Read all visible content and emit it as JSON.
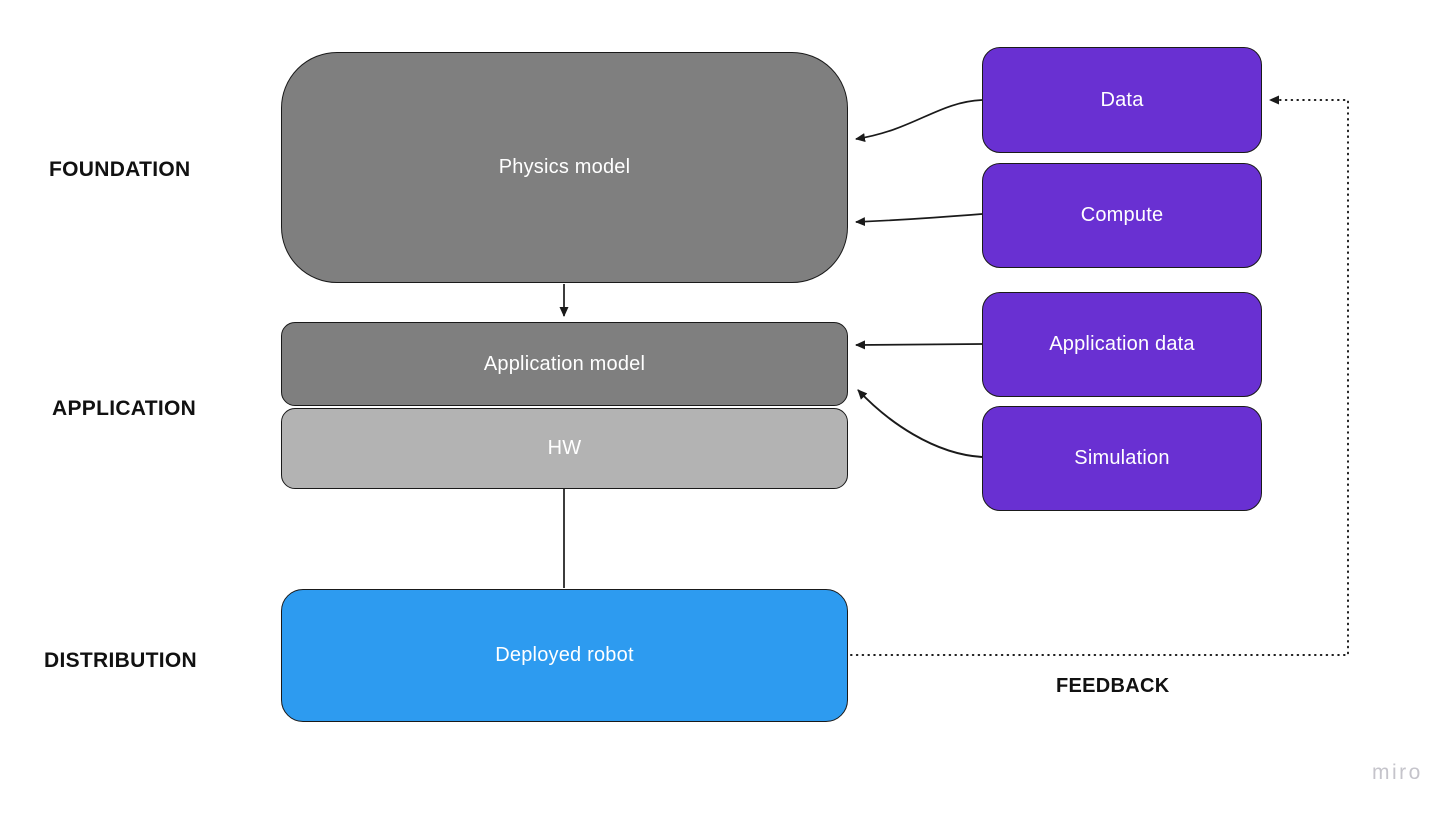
{
  "row_labels": {
    "foundation": "FOUNDATION",
    "application": "APPLICATION",
    "distribution": "DISTRIBUTION"
  },
  "nodes": {
    "physics": {
      "label": "Physics model",
      "fill": "#7f7f7f"
    },
    "application_model": {
      "label": "Application model",
      "fill": "#7f7f7f"
    },
    "hw": {
      "label": "HW",
      "fill": "#b3b3b3"
    },
    "deployed_robot": {
      "label": "Deployed robot",
      "fill": "#2d9bf0"
    },
    "data": {
      "label": "Data",
      "fill": "#6930d2"
    },
    "compute": {
      "label": "Compute",
      "fill": "#6930d2"
    },
    "application_data": {
      "label": "Application data",
      "fill": "#6930d2"
    },
    "simulation": {
      "label": "Simulation",
      "fill": "#6930d2"
    }
  },
  "edges": [
    {
      "from": "Data",
      "to": "Physics model",
      "style": "solid-curved-arrow"
    },
    {
      "from": "Compute",
      "to": "Physics model",
      "style": "solid-arrow"
    },
    {
      "from": "Physics model",
      "to": "Application model",
      "style": "solid-arrow"
    },
    {
      "from": "Application data",
      "to": "Application model",
      "style": "solid-arrow"
    },
    {
      "from": "Simulation",
      "to": "Application model",
      "style": "solid-curved-arrow"
    },
    {
      "from": "HW",
      "to": "Deployed robot",
      "style": "plain-line"
    },
    {
      "from": "Deployed robot",
      "to": "Data",
      "style": "dotted-arrow",
      "label": "FEEDBACK"
    }
  ],
  "feedback_label": "FEEDBACK",
  "watermark": "miro",
  "colors": {
    "background": "#ffffff",
    "node_border": "#1a1a1a",
    "connector": "#1a1a1a",
    "node_text": "#ffffff",
    "row_label_text": "#111111",
    "gray_dark": "#7f7f7f",
    "gray_light": "#b3b3b3",
    "purple": "#6930d2",
    "blue": "#2d9bf0",
    "watermark_gray": "#c5c4cb"
  }
}
